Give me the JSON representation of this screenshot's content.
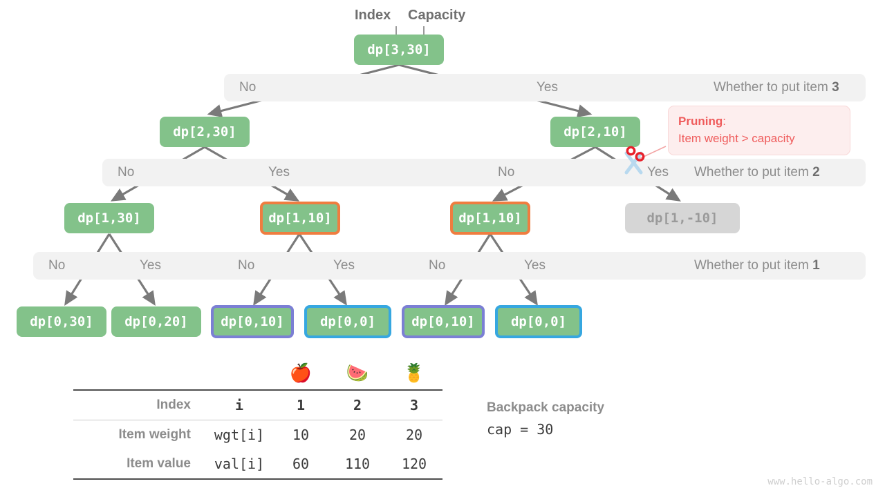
{
  "annotations": {
    "index_label": "Index",
    "capacity_label": "Capacity"
  },
  "nodes": {
    "root": "dp[3,30]",
    "l1_left": "dp[2,30]",
    "l1_right": "dp[2,10]",
    "l2_a": "dp[1,30]",
    "l2_b": "dp[1,10]",
    "l2_c": "dp[1,10]",
    "l2_d": "dp[1,-10]",
    "l3_a": "dp[0,30]",
    "l3_b": "dp[0,20]",
    "l3_c": "dp[0,10]",
    "l3_d": "dp[0,0]",
    "l3_e": "dp[0,10]",
    "l3_f": "dp[0,0]"
  },
  "bands": {
    "level3": {
      "no": "No",
      "yes": "Yes",
      "question_prefix": "Whether to put item ",
      "question_item": "3"
    },
    "level2": {
      "no_left": "No",
      "yes_left": "Yes",
      "no_right": "No",
      "yes_right": "Yes",
      "question_prefix": "Whether to put item ",
      "question_item": "2"
    },
    "level1": {
      "no_a": "No",
      "yes_a": "Yes",
      "no_b": "No",
      "yes_b": "Yes",
      "no_c": "No",
      "yes_c": "Yes",
      "question_prefix": "Whether to put item ",
      "question_item": "1"
    }
  },
  "pruning": {
    "title": "Pruning",
    "title_suffix": ":",
    "text": "Item weight > capacity"
  },
  "table": {
    "emojis": [
      "🍎",
      "🍉",
      "🍍"
    ],
    "rows": [
      {
        "label": "Index",
        "key": "i",
        "values": [
          "1",
          "2",
          "3"
        ]
      },
      {
        "label": "Item weight",
        "key": "wgt[i]",
        "values": [
          "10",
          "20",
          "20"
        ]
      },
      {
        "label": "Item value",
        "key": "val[i]",
        "values": [
          "60",
          "110",
          "120"
        ]
      }
    ]
  },
  "capacity_note": {
    "title": "Backpack capacity",
    "expr": "cap = 30"
  },
  "watermark": "www.hello-algo.com",
  "colors": {
    "node_green": "#83c28a",
    "border_orange": "#ef7d40",
    "border_purple": "#7b7fd4",
    "border_blue": "#36a7e0",
    "pruned_gray": "#d6d6d6",
    "band_gray": "#f2f2f2",
    "edge_gray": "#7a7a7a",
    "pruning_red": "#ef5b5b"
  }
}
